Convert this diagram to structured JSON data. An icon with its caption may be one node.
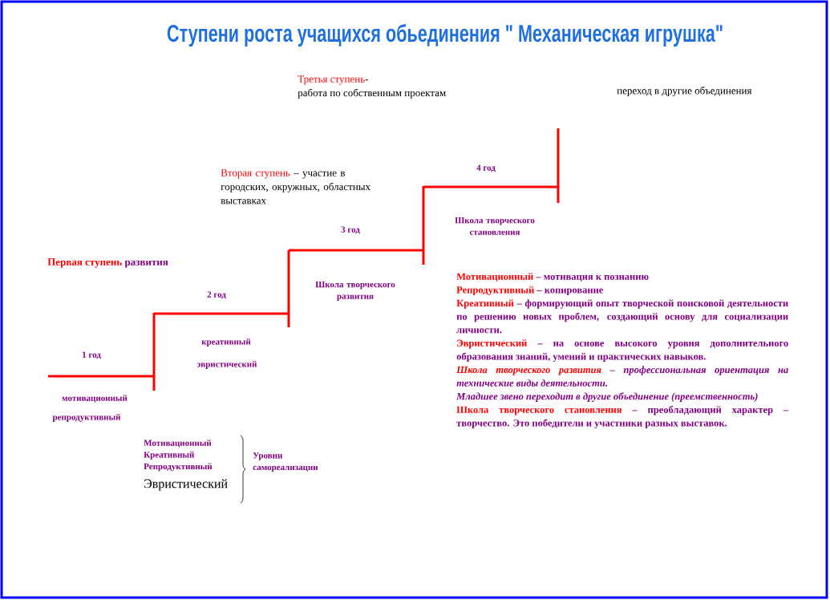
{
  "diagram": {
    "title": "Ступени роста учащихся обьединения \" Механическая игрушка\"",
    "labels": [
      "Третья ступень",
      "-",
      "работа по собственным проектам",
      "переход в другие объединения",
      "Вторая ступень",
      "– участие в городских, окружных, областных выставках",
      "4 год",
      "3 год",
      "Школа творческого становления",
      "Первая ступень",
      "развития",
      "2 год",
      "Школа творческого развития",
      "креативный",
      "эвристический",
      "1 год",
      "мотивационный",
      "репродуктивный",
      "Мотивационный",
      "– мотивация к познанию",
      "Репродуктивный",
      "– копирование",
      "Креативный",
      "– формирующий опыт творческой поисковой деятельности по решению новых проблем, создающий основу для социализации личности.",
      "Эвристический",
      "– на основе высокого уровня дополнительного образования знаний, умений и практических навыков.",
      "Школа творческого развития",
      "– профессиональная ориентация на технические виды деятельности.",
      "Младшее звено переходит в другие объединение (преемственность)",
      "Школа творческого становления",
      "– преобладающий характер – творчество. Это победители и участники разных выставок.",
      "Мотивационный",
      "Креативный",
      "Репродуктивный",
      "Эвристический",
      "Уровни самореализации"
    ]
  }
}
